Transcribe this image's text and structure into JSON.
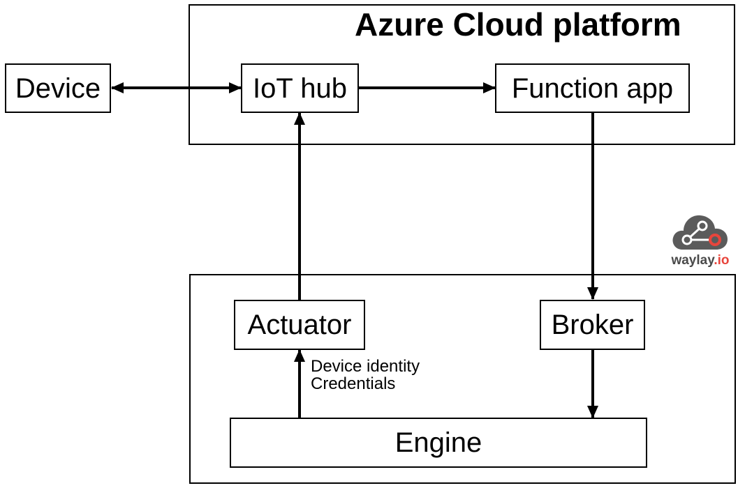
{
  "cloud": {
    "title": "Azure Cloud platform"
  },
  "nodes": {
    "device": "Device",
    "iot_hub": "IoT hub",
    "function_app": "Function app",
    "actuator": "Actuator",
    "broker": "Broker",
    "engine": "Engine"
  },
  "annotation": {
    "line1": "Device identity",
    "line2": "Credentials"
  },
  "logo": {
    "name": "waylay",
    "tld": ".io",
    "icon": "cloud-network-icon",
    "colors": {
      "cloud": "#5b5b5b",
      "accent": "#e8453c"
    }
  },
  "edges": [
    {
      "from": "Device",
      "to": "IoT hub",
      "direction": "bidirectional"
    },
    {
      "from": "IoT hub",
      "to": "Function app",
      "direction": "forward"
    },
    {
      "from": "Function app",
      "to": "Broker",
      "direction": "forward"
    },
    {
      "from": "Broker",
      "to": "Engine",
      "direction": "forward"
    },
    {
      "from": "Engine",
      "to": "Actuator",
      "direction": "forward"
    },
    {
      "from": "Actuator",
      "to": "IoT hub",
      "direction": "forward"
    }
  ]
}
